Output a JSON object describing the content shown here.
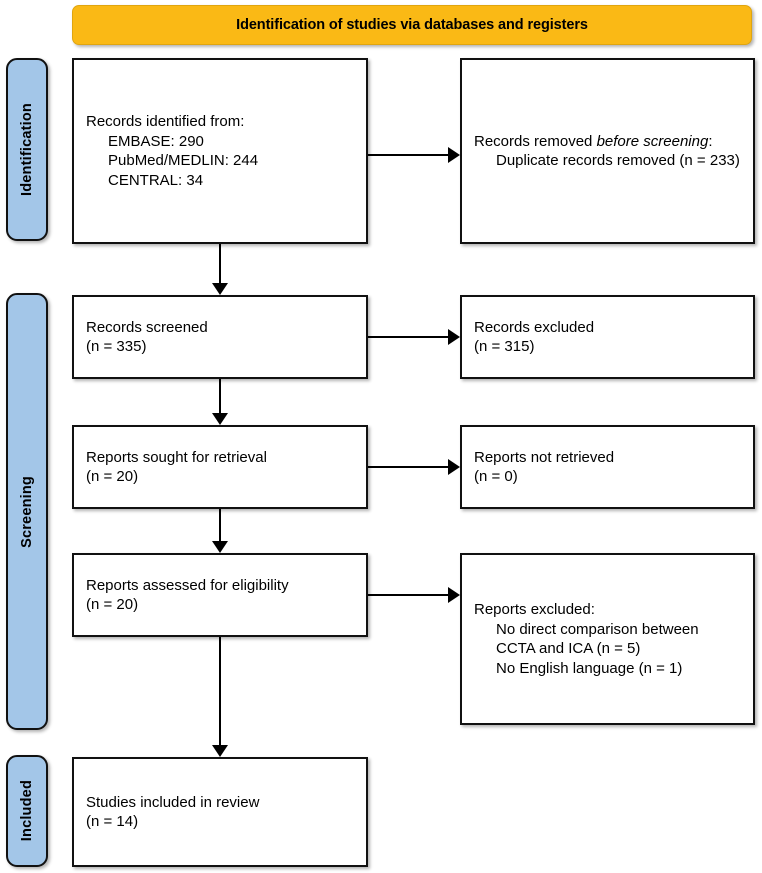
{
  "diagram": {
    "type": "prisma-flow-diagram",
    "banner": {
      "label": "Identification of studies via databases and registers",
      "color": "#FAB915"
    },
    "phase_tabs": [
      {
        "label": "Identification",
        "color": "#A3C6E8"
      },
      {
        "label": "Screening",
        "color": "#A3C6E8"
      },
      {
        "label": "Included",
        "color": "#A3C6E8"
      }
    ],
    "boxes": {
      "identified": {
        "title": "Records identified from:",
        "items": [
          "EMBASE: 290",
          "PubMed/MEDLIN: 244",
          "CENTRAL: 34"
        ]
      },
      "removed": {
        "title_pre": "Records removed ",
        "title_italic": "before screening",
        "title_post": ":",
        "items": [
          "Duplicate records removed (n = 233)"
        ]
      },
      "screened": {
        "title": "Records screened",
        "count": "(n = 335)"
      },
      "records_excluded": {
        "title": "Records excluded",
        "count": "(n = 315)"
      },
      "sought": {
        "title": "Reports sought for retrieval",
        "count": "(n = 20)"
      },
      "not_retrieved": {
        "title": "Reports not retrieved",
        "count": "(n = 0)"
      },
      "assessed": {
        "title": "Reports assessed for eligibility",
        "count": "(n = 20)"
      },
      "reports_excluded": {
        "title": "Reports excluded:",
        "items": [
          "No direct comparison between CCTA and ICA (n = 5)",
          "No English language (n = 1)"
        ]
      },
      "included": {
        "title": "Studies included in review",
        "count": "(n = 14)"
      }
    }
  }
}
